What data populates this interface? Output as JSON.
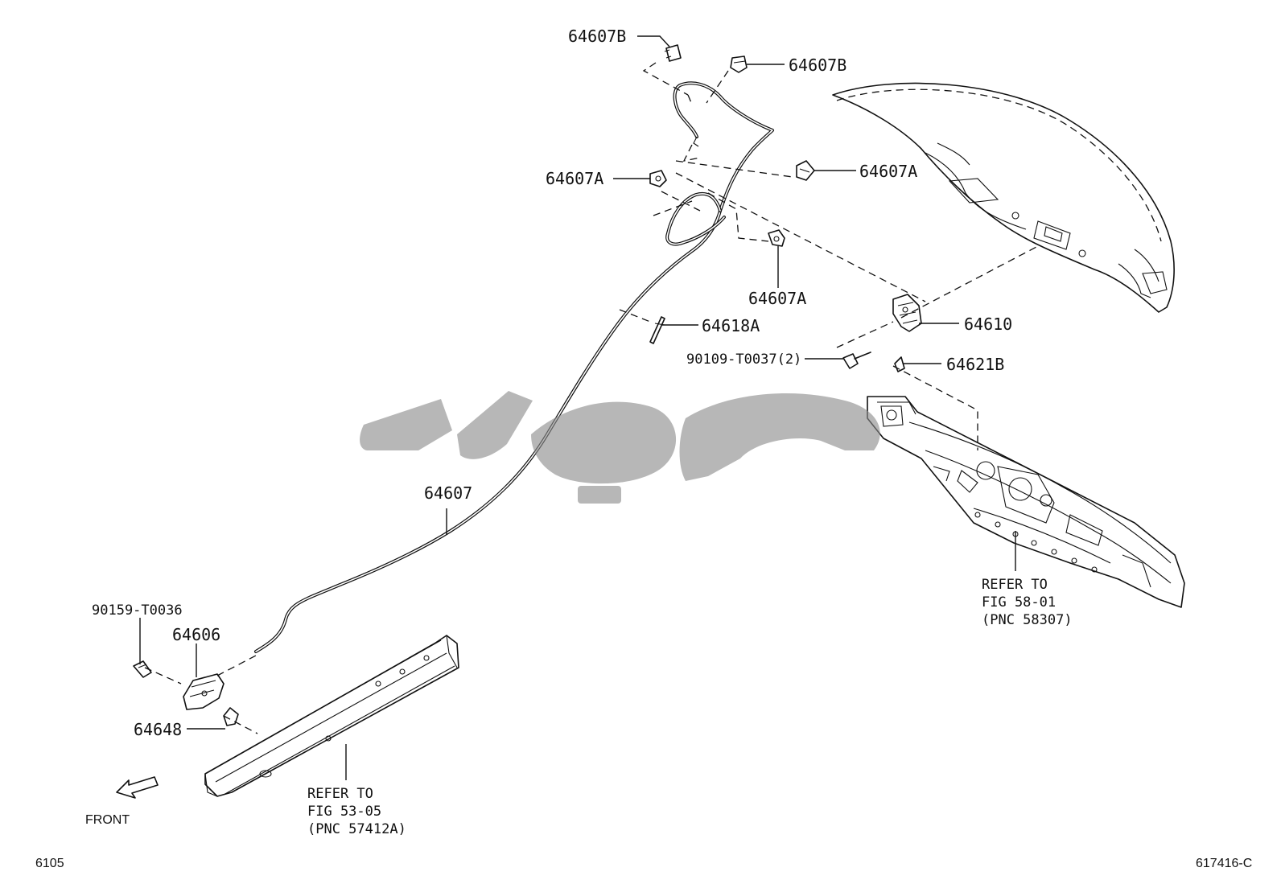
{
  "callouts": [
    {
      "id": "64607B-top",
      "text": "64607B"
    },
    {
      "id": "64607B-right",
      "text": "64607B"
    },
    {
      "id": "64607A-left",
      "text": "64607A"
    },
    {
      "id": "64607A-right",
      "text": "64607A"
    },
    {
      "id": "64607A-lower",
      "text": "64607A"
    },
    {
      "id": "64618A",
      "text": "64618A"
    },
    {
      "id": "64610",
      "text": "64610"
    },
    {
      "id": "90109-T0037",
      "text": "90109-T0037(2)"
    },
    {
      "id": "64621B",
      "text": "64621B"
    },
    {
      "id": "64607",
      "text": "64607"
    },
    {
      "id": "90159-T0036",
      "text": "90159-T0036"
    },
    {
      "id": "64606",
      "text": "64606"
    },
    {
      "id": "64648",
      "text": "64648"
    }
  ],
  "references": {
    "rear_panel": [
      "REFER TO",
      "FIG 58-01",
      "(PNC 58307)"
    ],
    "rocker": [
      "REFER TO",
      "FIG 53-05",
      "(PNC 57412A)"
    ]
  },
  "front_label": "FRONT",
  "footer": {
    "left_code": "6105",
    "right_code": "617416-C"
  }
}
